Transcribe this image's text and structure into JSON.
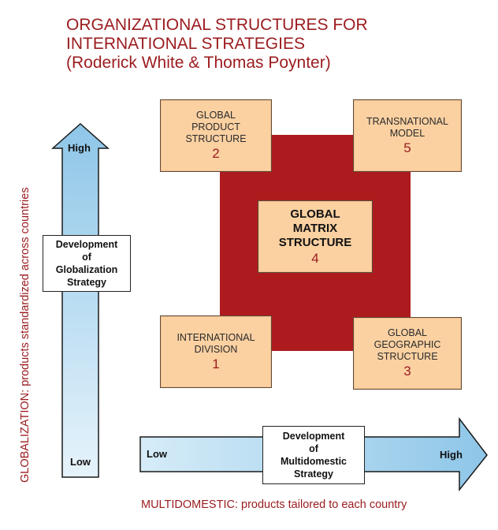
{
  "title": {
    "line1": "ORGANIZATIONAL STRUCTURES FOR",
    "line2": "INTERNATIONAL STRATEGIES",
    "line3": "(Roderick White & Thomas Poynter)"
  },
  "vertical_axis": {
    "label": "GLOBALIZATION: products standardized across countries",
    "high": "High",
    "low": "Low",
    "box_line1": "Development",
    "box_line2": "of",
    "box_line3": "Globalization",
    "box_line4": "Strategy"
  },
  "horizontal_axis": {
    "label": "MULTIDOMESTIC: products tailored to each country",
    "low": "Low",
    "high": "High",
    "box_line1": "Development",
    "box_line2": "of",
    "box_line3": "Multidomestic",
    "box_line4": "Strategy"
  },
  "structures": {
    "global_product": {
      "l1": "GLOBAL",
      "l2": "PRODUCT",
      "l3": "STRUCTURE",
      "num": "2"
    },
    "transnational": {
      "l1": "TRANSNATIONAL",
      "l2": "MODEL",
      "num": "5"
    },
    "global_matrix": {
      "l1": "GLOBAL",
      "l2": "MATRIX",
      "l3": "STRUCTURE",
      "num": "4"
    },
    "international_division": {
      "l1": "INTERNATIONAL",
      "l2": "DIVISION",
      "num": "1"
    },
    "global_geographic": {
      "l1": "GLOBAL",
      "l2": "GEOGRAPHIC",
      "l3": "STRUCTURE",
      "num": "3"
    }
  },
  "colors": {
    "title_red": "#9b1b1e",
    "matrix_red": "#ad1b1e",
    "box_peach": "#fbd1a2",
    "arrow_blue": "#a8d4ee"
  }
}
